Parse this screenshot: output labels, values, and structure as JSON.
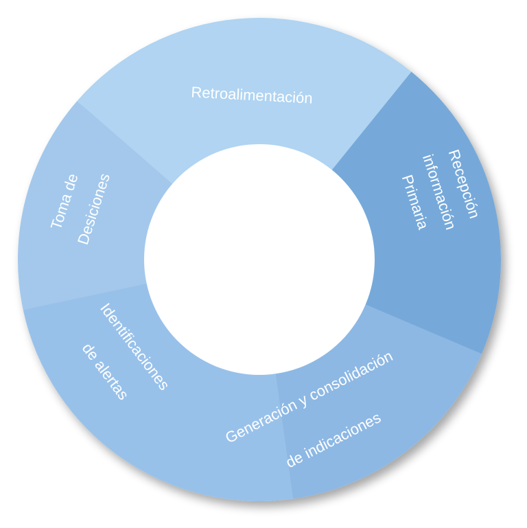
{
  "segments": [
    {
      "id": "retroalimentacion",
      "lines": [
        "Retroalimentación"
      ],
      "color": "#b0d4f2"
    },
    {
      "id": "recepcion",
      "lines": [
        "Recepción",
        "información",
        "Primaria"
      ],
      "color": "#76a9da"
    },
    {
      "id": "generacion",
      "lines": [
        "Generación y consolidación",
        "de indicaciones"
      ],
      "color": "#8db8e4"
    },
    {
      "id": "identificaciones",
      "lines": [
        "Identificaciones",
        "de alertas"
      ],
      "color": "#98c1ea"
    },
    {
      "id": "toma",
      "lines": [
        "Toma de",
        "Desiciones"
      ],
      "color": "#a3c8ec"
    }
  ]
}
